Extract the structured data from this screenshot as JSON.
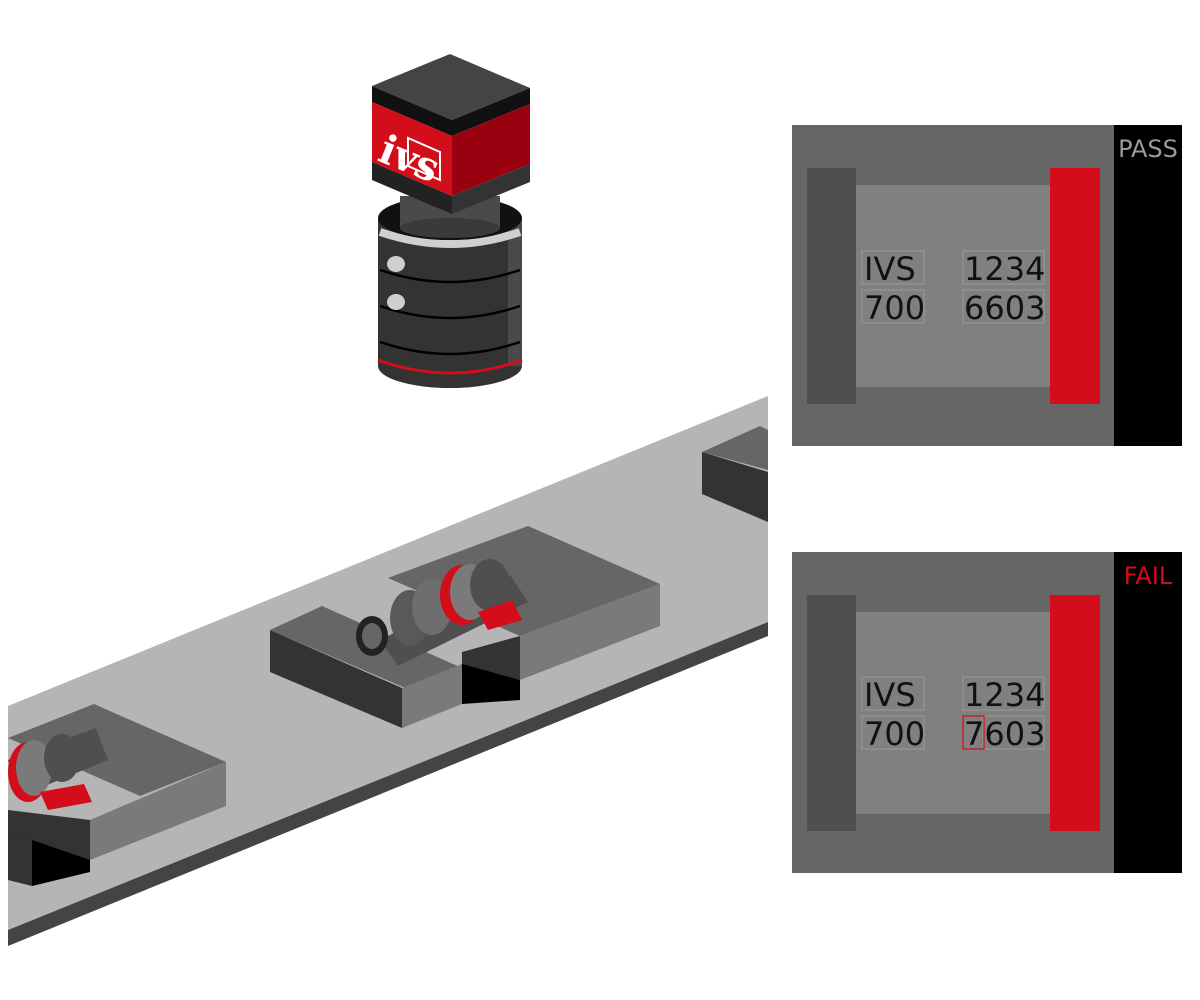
{
  "camera": {
    "logo_text": "ivs",
    "body_color": "#d40d1a",
    "dark_color": "#333333"
  },
  "panels": [
    {
      "status": "PASS",
      "status_color": "#9a9a9a",
      "line1": [
        "IVS",
        "1234"
      ],
      "line2": [
        "700",
        "6603"
      ]
    },
    {
      "status": "FAIL",
      "status_color": "#d40d1a",
      "line1": [
        "IVS",
        "1234"
      ],
      "line2": [
        "700",
        "7603"
      ],
      "highlight_char": "7"
    }
  ],
  "colors": {
    "accent_red": "#d40d1a",
    "conveyor": "#b5b5b5",
    "conveyor_edge": "#444444",
    "panel_bg": "#666666",
    "label_bg": "#808080",
    "status_bar": "#000000"
  }
}
